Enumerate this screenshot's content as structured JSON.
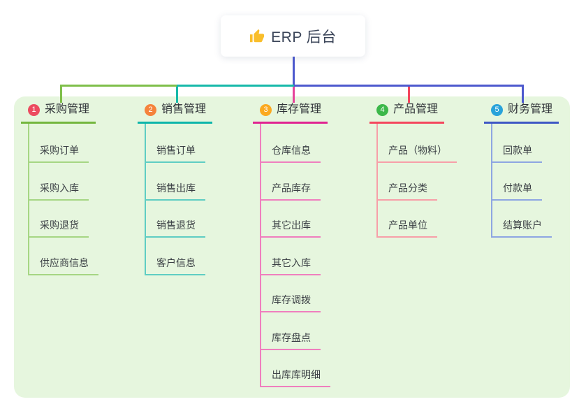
{
  "root": {
    "label": "ERP 后台",
    "icon": "thumbs-up-icon"
  },
  "colors": {
    "page_bg": "#ffffff",
    "panel_bg": "#e6f6de",
    "connector_indigo": "#4d59ce",
    "root_text": "#3b4559",
    "thumb_yellow": "#f9be2b"
  },
  "branches": [
    {
      "badge": "1",
      "title": "采购管理",
      "colors": {
        "badge_bg": "#ec4b5f",
        "line": "#74b63e",
        "sub_line": "#a6d684",
        "drop": "#7fbf4a"
      },
      "items": [
        "采购订单",
        "采购入库",
        "采购退货",
        "供应商信息"
      ]
    },
    {
      "badge": "2",
      "title": "销售管理",
      "colors": {
        "badge_bg": "#f5833c",
        "line": "#0db5aa",
        "sub_line": "#5fcdc3",
        "drop": "#17b9a9"
      },
      "items": [
        "销售订单",
        "销售出库",
        "销售退货",
        "客户信息"
      ]
    },
    {
      "badge": "3",
      "title": "库存管理",
      "colors": {
        "badge_bg": "#fba920",
        "line": "#e02491",
        "sub_line": "#ef7fbe",
        "drop": "#e6439b"
      },
      "items": [
        "仓库信息",
        "产品库存",
        "其它出库",
        "其它入库",
        "库存调拨",
        "库存盘点",
        "出库库明细"
      ]
    },
    {
      "badge": "4",
      "title": "产品管理",
      "colors": {
        "badge_bg": "#3cb84a",
        "line": "#f4475d",
        "sub_line": "#f79fa8",
        "drop": "#f4475d"
      },
      "items": [
        "产品（物料）",
        "产品分类",
        "产品单位"
      ]
    },
    {
      "badge": "5",
      "title": "财务管理",
      "colors": {
        "badge_bg": "#29a3da",
        "line": "#3e57c5",
        "sub_line": "#8ea6e2",
        "drop": "#4d59ce"
      },
      "items": [
        "回款单",
        "付款单",
        "结算账户"
      ]
    }
  ]
}
